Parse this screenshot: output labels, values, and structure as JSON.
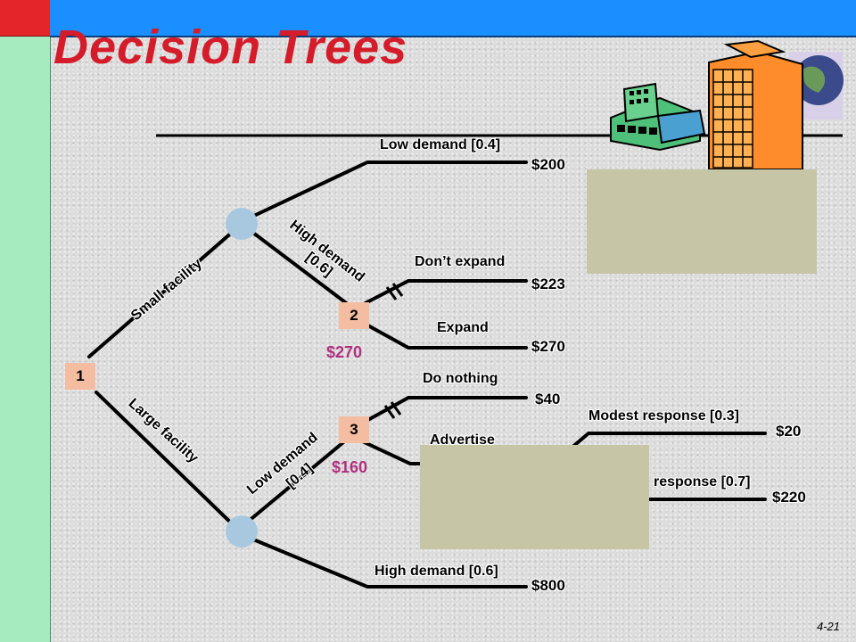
{
  "slide": {
    "title": "Decision Trees",
    "page_number": "4-21"
  },
  "nodes": {
    "root": "1",
    "decision_small": "2",
    "decision_large": "3",
    "ev_small_decision": "$270",
    "ev_large_decision": "$160"
  },
  "branches": {
    "small_facility": "Small facility",
    "large_facility": "Large facility",
    "small_low_demand": "Low demand [0.4]",
    "small_high_demand_line1": "High demand",
    "small_high_demand_line2": "[0.6]",
    "dont_expand": "Don’t expand",
    "expand": "Expand",
    "do_nothing": "Do nothing",
    "advertise": "Advertise",
    "modest_response": "Modest response [0.3]",
    "sizable_response": "response [0.7]",
    "large_low_demand_line1": "Low demand",
    "large_low_demand_line2": "[0.4]",
    "large_high_demand": "High demand [0.6]"
  },
  "payoffs": {
    "small_low": "$200",
    "dont_expand": "$223",
    "expand": "$270",
    "do_nothing": "$40",
    "modest": "$20",
    "sizable": "$220",
    "large_high": "$800"
  },
  "colors": {
    "title": "#d41c2a",
    "expected_value": "#b03080",
    "chance_node": "#a8c8e0",
    "decision_node": "#f4bca0",
    "sidebar": "#a4ecc0",
    "header_blue": "#1a8fff",
    "header_red": "#e4262b",
    "overlay": "#c6c6a6"
  },
  "icons": {
    "buildings": "office-buildings-icon",
    "globe": "globe-icon"
  }
}
